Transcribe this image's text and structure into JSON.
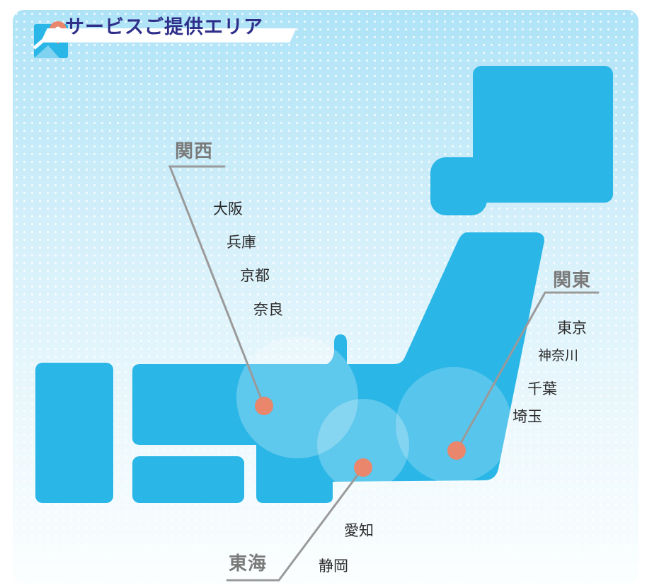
{
  "header": {
    "title": "サービスご提供エリア",
    "icon": "map-pin-icon"
  },
  "colors": {
    "land": "#2ab6e7",
    "marker": "#e9866b",
    "leader_line": "#9a9a9a",
    "region_title": "#7a7a7a",
    "header_title": "#2f2f8a",
    "background_top": "#aee3f7"
  },
  "regions": {
    "kansai": {
      "name": "関西",
      "cities": [
        "大阪",
        "兵庫",
        "京都",
        "奈良"
      ]
    },
    "kanto": {
      "name": "関東",
      "cities": [
        "東京",
        "神奈川",
        "千葉",
        "埼玉"
      ]
    },
    "tokai": {
      "name": "東海",
      "cities": [
        "愛知",
        "静岡"
      ]
    }
  }
}
